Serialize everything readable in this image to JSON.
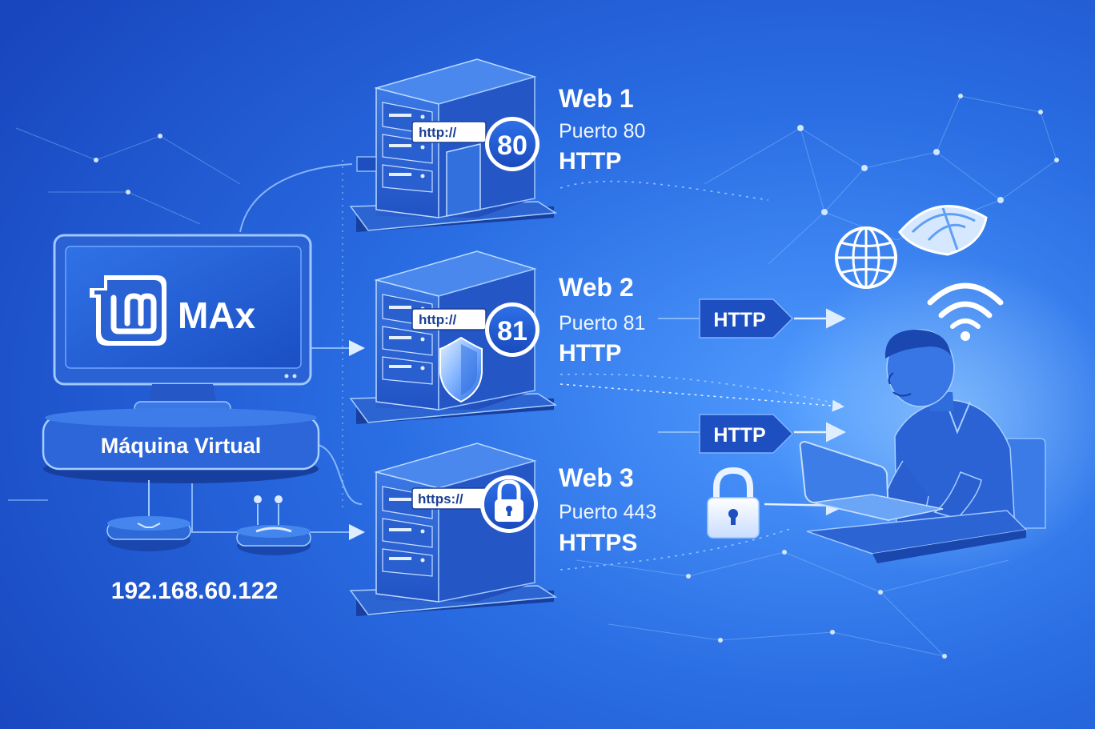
{
  "vm": {
    "brand": "MAx",
    "label": "Máquina Virtual",
    "ip": "192.168.60.122"
  },
  "servers": [
    {
      "title": "Web 1",
      "port_label": "Puerto 80",
      "protocol": "HTTP",
      "url_tag": "http://",
      "badge": "80",
      "icon": "port-number-badge"
    },
    {
      "title": "Web 2",
      "port_label": "Puerto 81",
      "protocol": "HTTP",
      "url_tag": "http://",
      "badge": "81",
      "icon": "shield-icon"
    },
    {
      "title": "Web 3",
      "port_label": "Puerto 443",
      "protocol": "HTTPS",
      "url_tag": "https://",
      "badge": "",
      "icon": "lock-icon"
    }
  ],
  "client": {
    "arrow_labels": [
      "HTTP",
      "HTTP"
    ],
    "icons": [
      "globe-icon",
      "wifi-icon",
      "lock-icon",
      "user-at-laptop-icon"
    ]
  },
  "colors": {
    "background": "#1f5fd8",
    "server_body": "#2f68d8",
    "accent_white": "#ffffff",
    "label_box": "#1d4fc0"
  }
}
